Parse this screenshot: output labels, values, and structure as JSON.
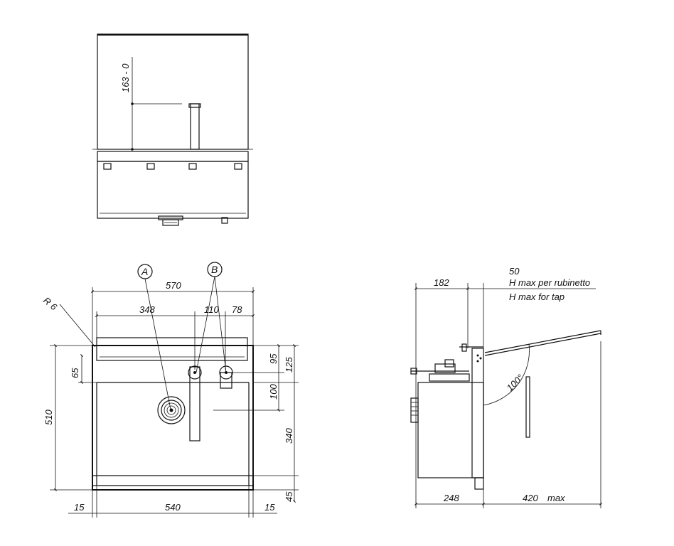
{
  "colors": {
    "line": "#111111",
    "background": "#ffffff"
  },
  "top_view": {
    "dim_vertical": "163 - 0"
  },
  "front_view": {
    "callout_a": "A",
    "callout_b": "B",
    "radius": "R 6",
    "dim_total_width": "570",
    "dim_348": "348",
    "dim_110": "110",
    "dim_78": "78",
    "dim_95": "95",
    "dim_125": "125",
    "dim_65": "65",
    "dim_100": "100",
    "dim_510": "510",
    "dim_340": "340",
    "dim_45": "45",
    "dim_left_15": "15",
    "dim_540": "540",
    "dim_right_15": "15"
  },
  "side_view": {
    "dim_182": "182",
    "dim_50": "50",
    "h_max_it": "H max per rubinetto",
    "h_max_en": "H max for tap",
    "angle": "100°",
    "dim_248": "248",
    "dim_420": "420",
    "max_word": "max"
  }
}
